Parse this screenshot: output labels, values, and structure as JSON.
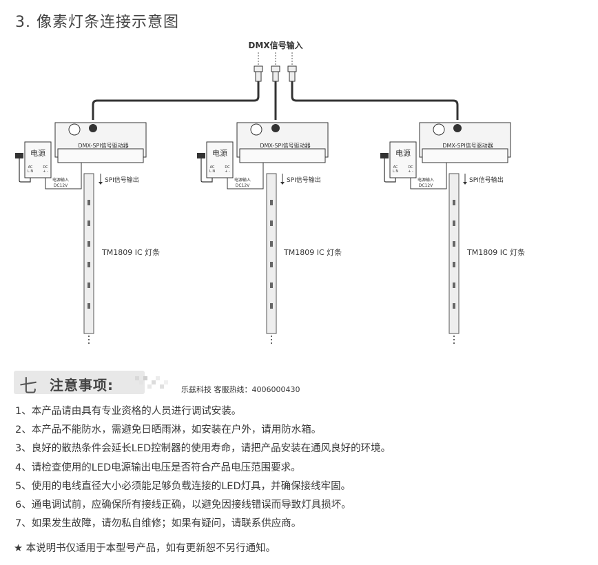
{
  "section_title": "3. 像素灯条连接示意图",
  "diagram": {
    "dmx_input_label": "DMX信号输入",
    "units": [
      {
        "driver_label": "DMX-SPI信号驱动器",
        "power_label": "电源",
        "ac_label": "AC",
        "ac_pins": "L  N",
        "dc_label": "DC",
        "dc_pins": "+  -",
        "power_input_label": "电源输入",
        "voltage_label": "DC12V",
        "spi_output_label": "SPI信号输出",
        "strip_label": "TM1809 IC 灯条"
      },
      {
        "driver_label": "DMX-SPI信号驱动器",
        "power_label": "电源",
        "ac_label": "AC",
        "ac_pins": "L  N",
        "dc_label": "DC",
        "dc_pins": "+  -",
        "power_input_label": "电源输入",
        "voltage_label": "DC12V",
        "spi_output_label": "SPI信号输出",
        "strip_label": "TM1809 IC 灯条"
      },
      {
        "driver_label": "DMX-SPI信号驱动器",
        "power_label": "电源",
        "ac_label": "AC",
        "ac_pins": "L  N",
        "dc_label": "DC",
        "dc_pins": "+  -",
        "power_input_label": "电源输入",
        "voltage_label": "DC12V",
        "spi_output_label": "SPI信号输出",
        "strip_label": "TM1809 IC 灯条"
      }
    ]
  },
  "notice": {
    "number": "七",
    "title": "注意事项:",
    "hotline": "乐兹科技 客服热线：4006000430",
    "items": [
      "1、本产品请由具有专业资格的人员进行调试安装。",
      "2、本产品不能防水，需避免日晒雨淋，如安装在户外，请用防水箱。",
      "3、良好的散热条件会延长LED控制器的使用寿命，请把产品安装在通风良好的环境。",
      "4、请检查使用的LED电源输出电压是否符合产品电压范围要求。",
      "5、使用的电线直径大小必须能足够负载连接的LED灯具，并确保接线牢固。",
      "6、通电调试前，应确保所有接线正确，以避免因接线错误而导致灯具损坏。",
      "7、如果发生故障，请勿私自维修；如果有疑问，请联系供应商。"
    ],
    "footer": "★ 本说明书仅适用于本型号产品，如有更新恕不另行通知。"
  },
  "colors": {
    "line": "#333333",
    "box_fill": "#f4f4f4",
    "strip_fill": "#eeeeee",
    "text": "#3a3a3a"
  }
}
